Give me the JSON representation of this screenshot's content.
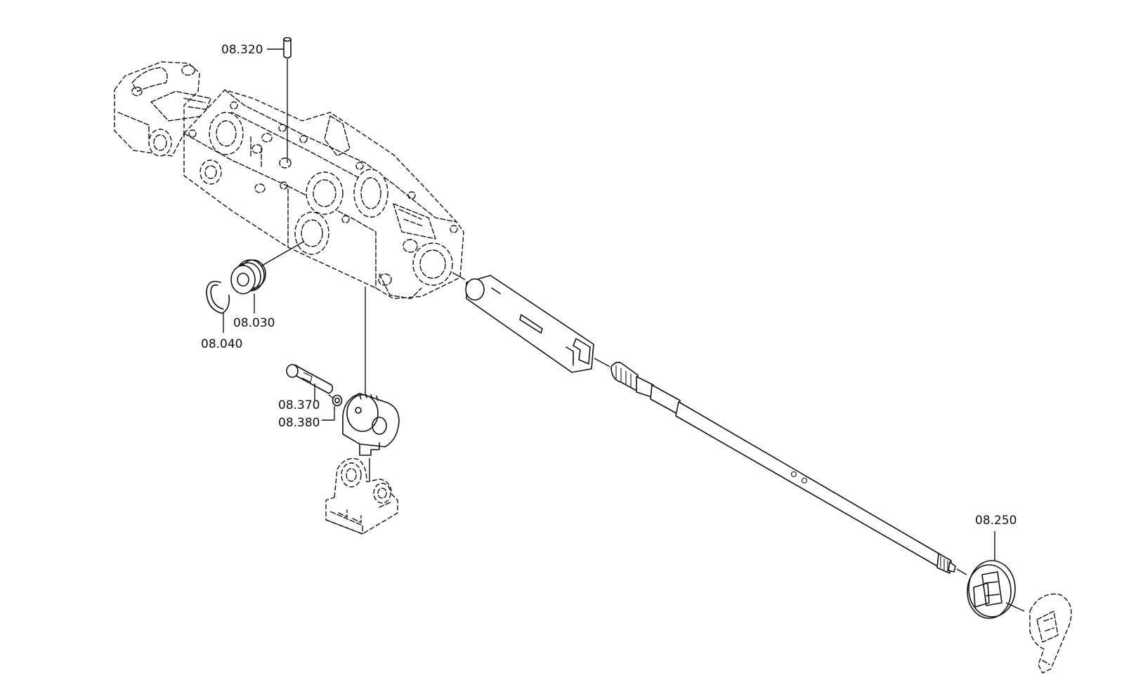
{
  "callouts": {
    "c08320": "08.320",
    "c08030": "08.030",
    "c08040": "08.040",
    "c08370": "08.370",
    "c08380": "08.380",
    "c08250": "08.250"
  }
}
